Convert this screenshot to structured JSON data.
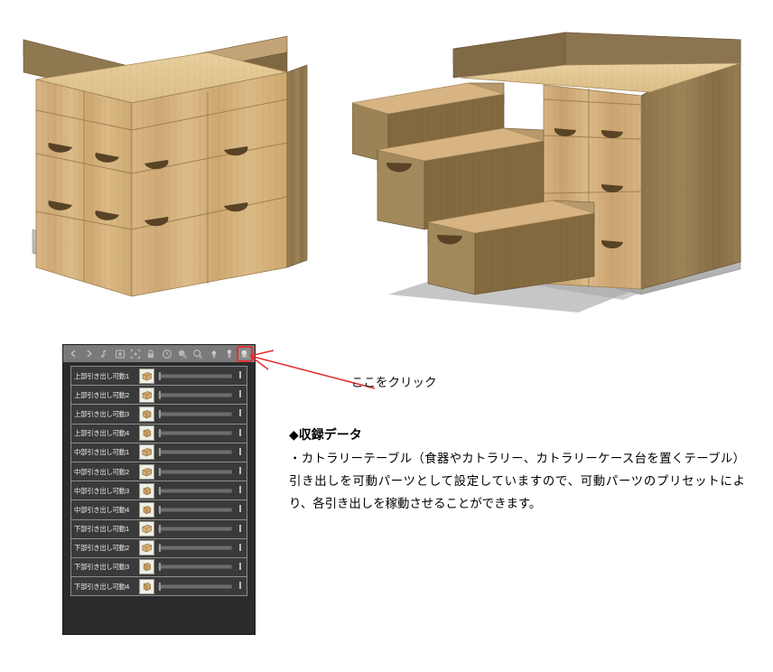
{
  "renders": {
    "left": {
      "name": "cutlery-table-closed",
      "caption": "Cutlery table with all drawers closed",
      "wood_light": "#d9b682",
      "wood_mid": "#c9a271",
      "wood_dark": "#8a7048",
      "wood_top": "#e4c893",
      "stone": "#b9b9b9"
    },
    "right": {
      "name": "cutlery-table-open",
      "caption": "Cutlery table with three drawers extended",
      "open_drawers": 3
    }
  },
  "panel": {
    "title": "movable-parts-panel",
    "toolbar": {
      "buttons": [
        {
          "id": "prev",
          "icon": "chevron-left-icon",
          "label": "<"
        },
        {
          "id": "next",
          "icon": "chevron-right-icon",
          "label": ">"
        },
        {
          "id": "settings",
          "icon": "wrench-icon",
          "label": "Settings"
        },
        {
          "id": "camera",
          "icon": "camera-icon",
          "label": "Camera"
        },
        {
          "id": "fit",
          "icon": "fit-view-icon",
          "label": "Fit"
        },
        {
          "id": "lock",
          "icon": "lock-icon",
          "label": "Lock"
        },
        {
          "id": "clock",
          "icon": "clock-icon",
          "label": "Timeline"
        },
        {
          "id": "keyframe",
          "icon": "keyframe-icon",
          "label": "Keyframe"
        },
        {
          "id": "keyframe-remove",
          "icon": "keyframe-remove-icon",
          "label": "Remove Keyframe"
        },
        {
          "id": "preset-a",
          "icon": "preset-tree-icon",
          "label": "Preset A"
        },
        {
          "id": "preset-b",
          "icon": "preset-pin-icon",
          "label": "Preset B"
        },
        {
          "id": "preset-c",
          "icon": "preset-gear-icon",
          "label": "Preset C",
          "highlighted": true
        }
      ]
    },
    "tracks": [
      {
        "label": "上部引き出し可動1",
        "thumb": "drawer-thumb-icon",
        "value": "0"
      },
      {
        "label": "上部引き出し可動2",
        "thumb": "drawer-thumb-icon",
        "value": "0"
      },
      {
        "label": "上部引き出し可動3",
        "thumb": "drawer-thumb-icon",
        "value": "0"
      },
      {
        "label": "上部引き出し可動4",
        "thumb": "drawer-thumb-icon",
        "value": "0"
      },
      {
        "label": "中部引き出し可動1",
        "thumb": "drawer-thumb-icon",
        "value": "0"
      },
      {
        "label": "中部引き出し可動2",
        "thumb": "drawer-thumb-icon",
        "value": "0"
      },
      {
        "label": "中部引き出し可動3",
        "thumb": "drawer-thumb-icon",
        "value": "0"
      },
      {
        "label": "中部引き出し可動4",
        "thumb": "drawer-thumb-icon",
        "value": "0"
      },
      {
        "label": "下部引き出し可動1",
        "thumb": "drawer-thumb-icon",
        "value": "0"
      },
      {
        "label": "下部引き出し可動2",
        "thumb": "drawer-thumb-icon",
        "value": "0"
      },
      {
        "label": "下部引き出し可動3",
        "thumb": "drawer-thumb-icon",
        "value": "0"
      },
      {
        "label": "下部引き出し可動4",
        "thumb": "drawer-thumb-icon",
        "value": "0"
      }
    ]
  },
  "annotation": {
    "callout_text": "ここをクリック",
    "arrow_color": "#e03131",
    "highlight_box_color": "#e03131"
  },
  "description": {
    "heading": "◆収録データ",
    "body": "・カトラリーテーブル（食器やカトラリー、カトラリーケース台を置くテーブル）引き出しを可動パーツとして設定していますので、可動パーツのプリセットにより、各引き出しを稼動させることができます。"
  },
  "colors": {
    "panel_bg": "#2b2b2b",
    "toolbar_bg": "#7a7a7a",
    "row_bg": "#3a3a3a",
    "row_border": "#8e8e8e",
    "text_light": "#e8e8e8",
    "accent_red": "#e03131"
  }
}
